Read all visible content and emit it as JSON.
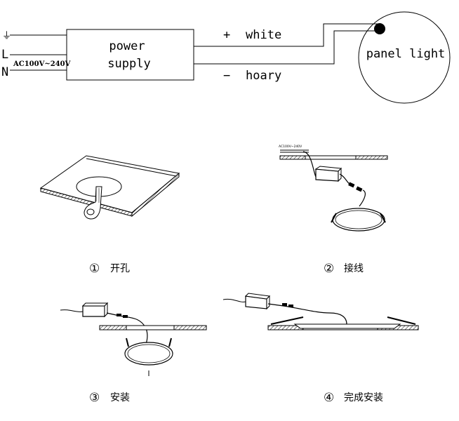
{
  "wiring": {
    "earth_symbol": "⏚",
    "line_label": "L",
    "neutral_label": "N",
    "input_voltage": "AC100V~240V",
    "driver_label_line1": "power",
    "driver_label_line2": "supply",
    "positive_sign": "+",
    "positive_wire": "white",
    "negative_sign": "−",
    "negative_wire": "hoary",
    "light_label": "panel light"
  },
  "steps": [
    {
      "number": "①",
      "label": "开孔"
    },
    {
      "number": "②",
      "label": "接线"
    },
    {
      "number": "③",
      "label": "安装"
    },
    {
      "number": "④",
      "label": "完成安装"
    }
  ],
  "mini_label": "AC100V~240V"
}
